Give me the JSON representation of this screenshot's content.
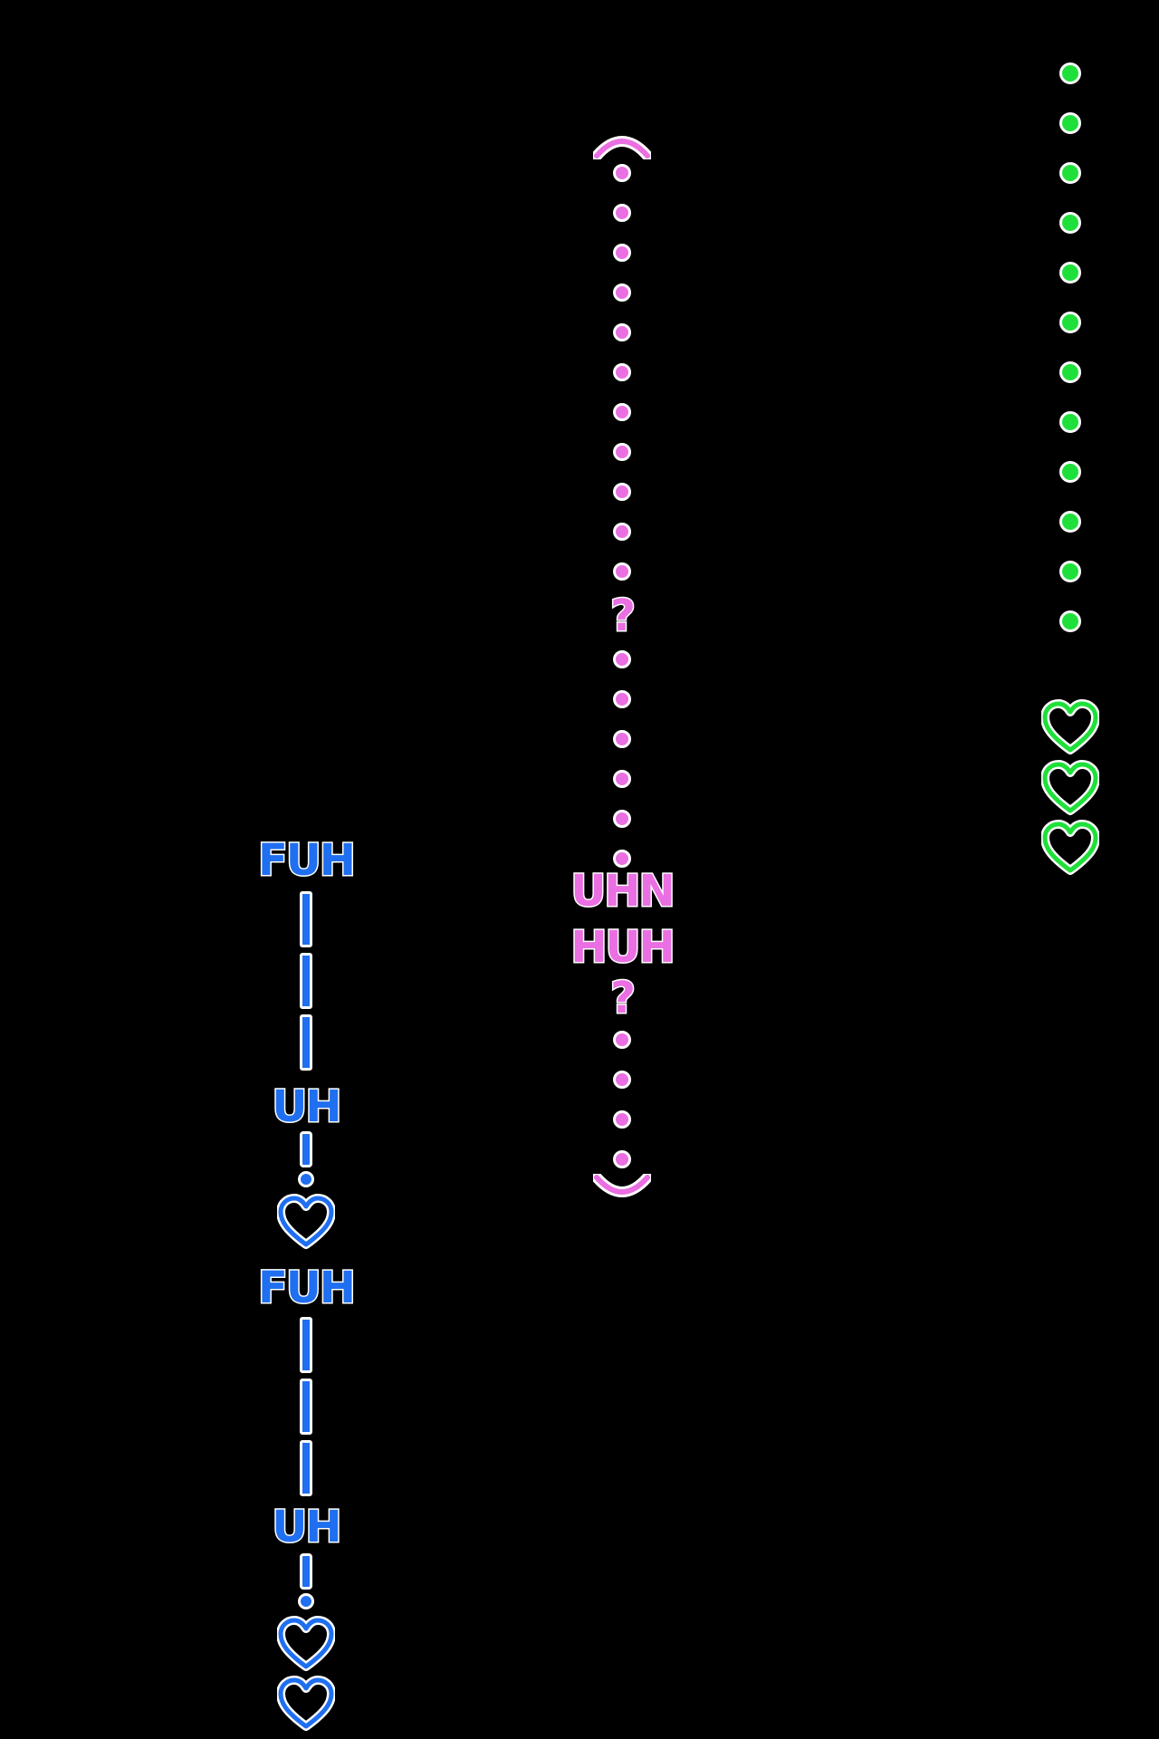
{
  "colors": {
    "background": "#000000",
    "pink": "#ea6fe2",
    "green": "#1fe03a",
    "blue": "#1f6ff0",
    "outline": "#ffffff"
  },
  "pink_column": {
    "question_marks": [
      "?",
      "?"
    ],
    "words": [
      "UHN",
      "HUH"
    ]
  },
  "blue_column": {
    "words": [
      "FUH",
      "UH",
      "FUH",
      "UH"
    ],
    "exclamations": [
      "!",
      "!"
    ]
  },
  "icons": {
    "heart": "heart-outline-icon",
    "open_paren": "open-paren-icon",
    "close_paren": "close-paren-icon",
    "dot": "dot-icon"
  }
}
